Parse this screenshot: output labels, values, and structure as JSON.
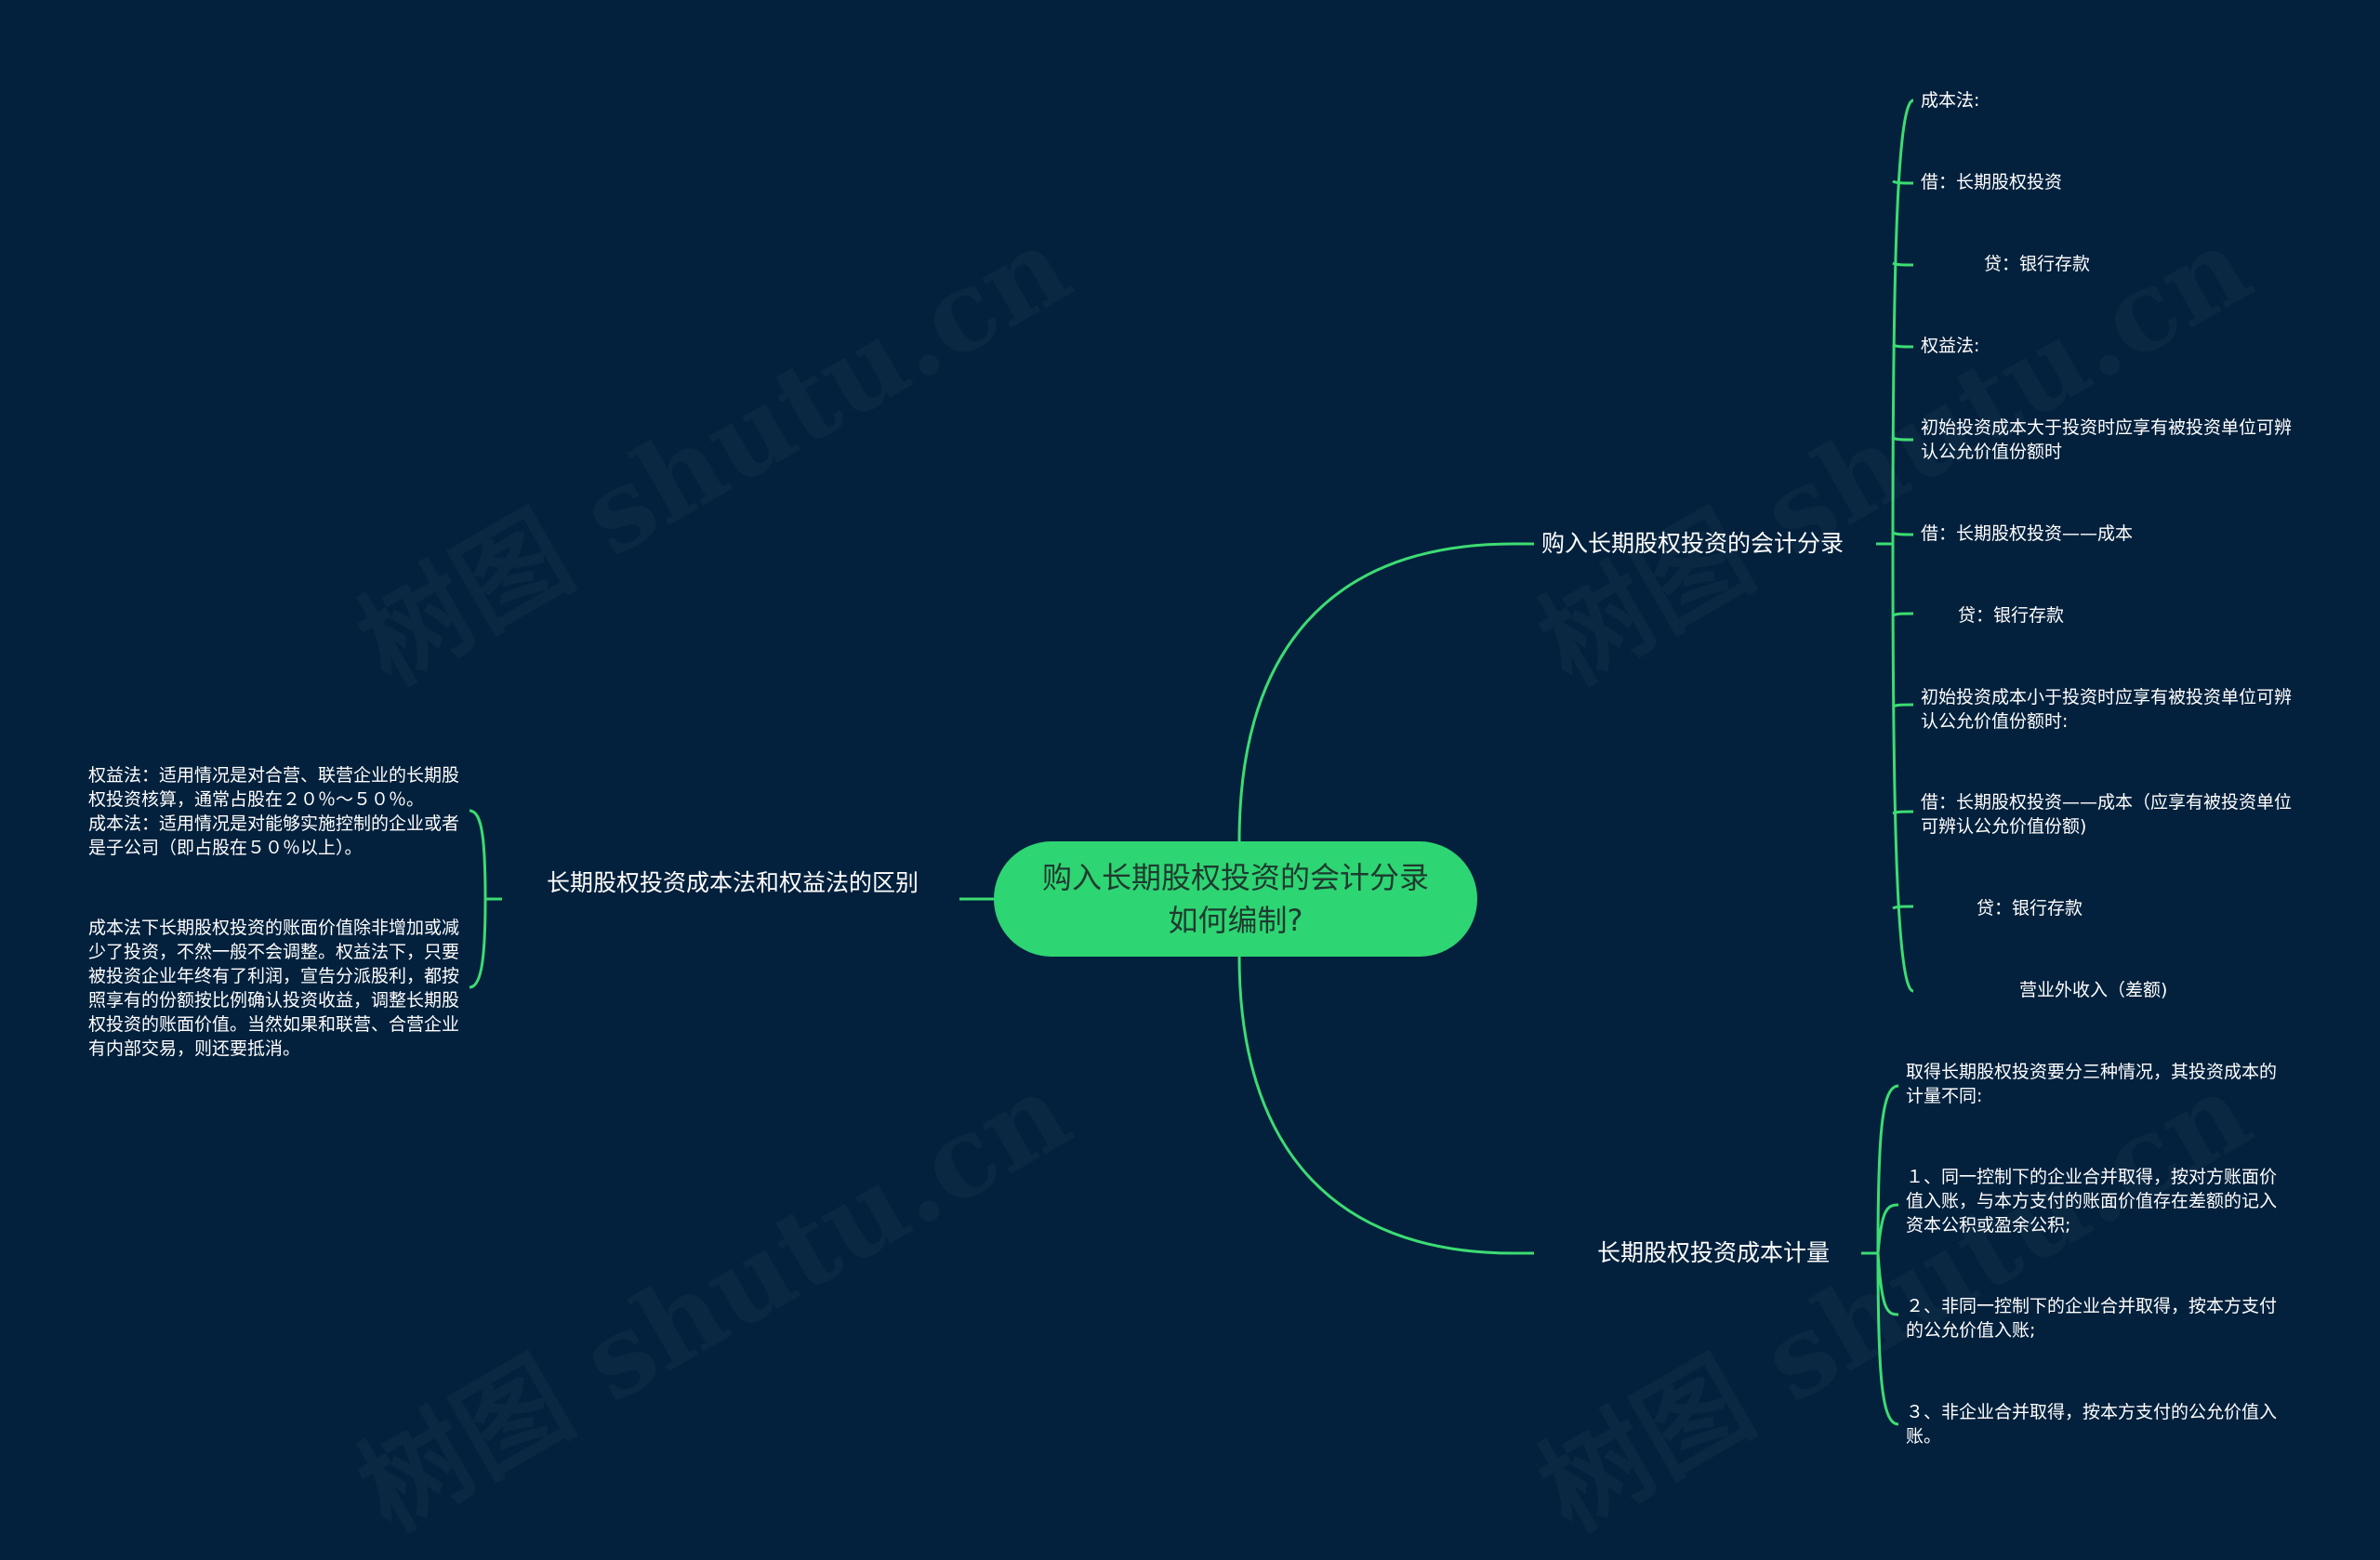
{
  "watermark": "树图 shutu.cn",
  "colors": {
    "background": "#03213d",
    "accent": "#2ed573",
    "line": "#3ddc72",
    "text": "#ffffff"
  },
  "center": {
    "label": "购入长期股权投资的会计分录如何编制?"
  },
  "branches": {
    "accounting_entries": {
      "label": "购入长期股权投资的会计分录",
      "items": [
        "成本法:",
        "借：长期股权投资",
        "贷：银行存款",
        "权益法:",
        "初始投资成本大于投资时应享有被投资单位可辨认公允价值份额时",
        "借：长期股权投资——成本",
        "贷：银行存款",
        "初始投资成本小于投资时应享有被投资单位可辨认公允价值份额时:",
        "借：长期股权投资——成本（应享有被投资单位可辨认公允价值份额)",
        "贷：银行存款",
        "营业外收入（差额)"
      ]
    },
    "cost_measurement": {
      "label": "长期股权投资成本计量",
      "items": [
        "取得长期股权投资要分三种情况，其投资成本的计量不同:",
        "１、同一控制下的企业合并取得，按对方账面价值入账，与本方支付的账面价值存在差额的记入资本公积或盈余公积;",
        "２、非同一控制下的企业合并取得，按本方支付的公允价值入账;",
        "３、非企业合并取得，按本方支付的公允价值入账。"
      ]
    },
    "difference": {
      "label": "长期股权投资成本法和权益法的区别",
      "items": [
        "权益法：适用情况是对合营、联营企业的长期股权投资核算，通常占股在２０％～５０％。\n成本法：适用情况是对能够实施控制的企业或者是子公司（即占股在５０％以上）。",
        "成本法下长期股权投资的账面价值除非增加或减少了投资，不然一般不会调整。权益法下，只要被投资企业年终有了利润，宣告分派股利，都按照享有的份额按比例确认投资收益，调整长期股权投资的账面价值。当然如果和联营、合营企业有内部交易，则还要抵消。"
      ]
    }
  }
}
